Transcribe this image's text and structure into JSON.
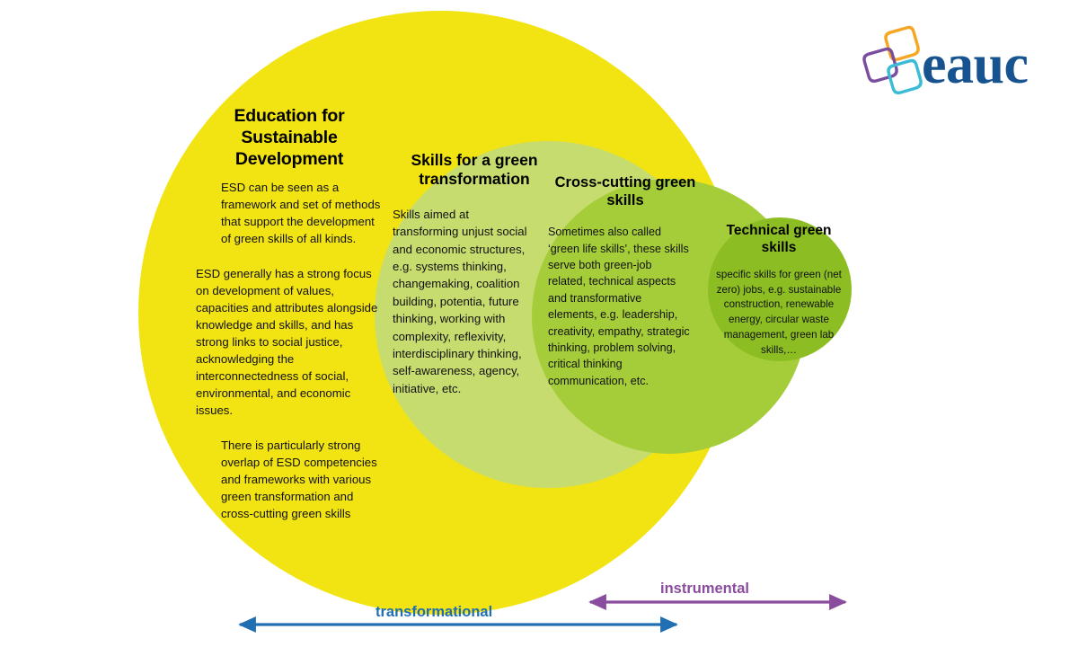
{
  "diagram": {
    "title": "Green skills nested Venn diagram",
    "circles": [
      {
        "id": "esd",
        "heading": "Education for Sustainable Development",
        "color": "#F2E313",
        "paragraphs": [
          "ESD can be seen as a framework and set of methods that support the development of green skills of all kinds.",
          "ESD generally has a strong focus on development of values, capacities and attributes alongside knowledge and skills, and has strong links to social justice, acknowledging the interconnectedness of social, environmental, and economic issues.",
          "There is particularly strong overlap of ESD competencies and frameworks with various green transformation and cross-cutting green skills"
        ]
      },
      {
        "id": "skills-green-transformation",
        "heading": "Skills for a green transformation",
        "color": "#C6DC6E",
        "paragraphs": [
          "Skills aimed at transforming unjust social and economic structures, e.g. systems thinking, changemaking, coalition building, potentia, future thinking, working with complexity, reflexivity, interdisciplinary thinking, self-awareness, agency, initiative, etc."
        ]
      },
      {
        "id": "cross-cutting-green-skills",
        "heading": "Cross-cutting green skills",
        "color": "#A5CD39",
        "paragraphs": [
          "Sometimes also called ‘green life skills’, these skills serve both green-job related, technical aspects and transformative elements, e.g. leadership, creativity, empathy, strategic thinking, problem solving, critical thinking communication, etc."
        ]
      },
      {
        "id": "technical-green-skills",
        "heading": "Technical green skills",
        "color": "#8CBE23",
        "paragraphs": [
          "specific skills for green (net zero) jobs, e.g. sustainable construction, renewable energy, circular waste management, green lab skills,…"
        ]
      }
    ],
    "arrows": [
      {
        "id": "transformational",
        "label": "transformational",
        "color": "#1F6FB2",
        "direction": "double"
      },
      {
        "id": "instrumental",
        "label": "instrumental",
        "color": "#8A4C9E",
        "direction": "double"
      }
    ]
  },
  "logo": {
    "wordmark": "eauc",
    "wordmark_color": "#17548F",
    "shape_colors": {
      "top": "#F6A623",
      "left": "#7A4E9E",
      "bottom": "#3BBBD6"
    }
  }
}
